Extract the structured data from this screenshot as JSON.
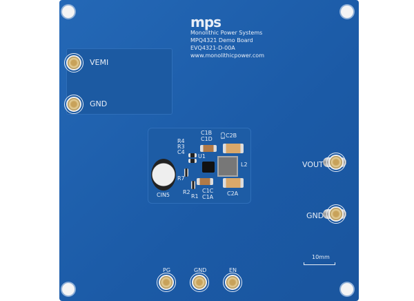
{
  "logo": "mps",
  "header": {
    "company": "Monolithic Power Systems",
    "product": "MPQ4321 Demo Board",
    "part": "EVQ4321-D-00A",
    "website": "www.monolithicpower.com"
  },
  "terminals": {
    "vemi": "VEMI",
    "gnd_left": "GND",
    "vout": "VOUT",
    "gnd_right": "GND",
    "pg": "PG",
    "gnd_bottom": "GND",
    "en": "EN"
  },
  "components": {
    "c1b": "C1B",
    "c1d": "C1D",
    "c3": "C3",
    "c2b": "C2B",
    "r4": "R4",
    "r3": "R3",
    "c4": "C4",
    "u1": "U1",
    "l2": "L2",
    "r7": "R7",
    "c1c": "C1C",
    "c1a": "C1A",
    "c2a": "C2A",
    "r2": "R2",
    "r1": "R1",
    "cin5": "CIN5"
  },
  "scale_label": "10mm",
  "colors": {
    "board": "#1f60ae",
    "silkscreen": "#e8eef7"
  }
}
